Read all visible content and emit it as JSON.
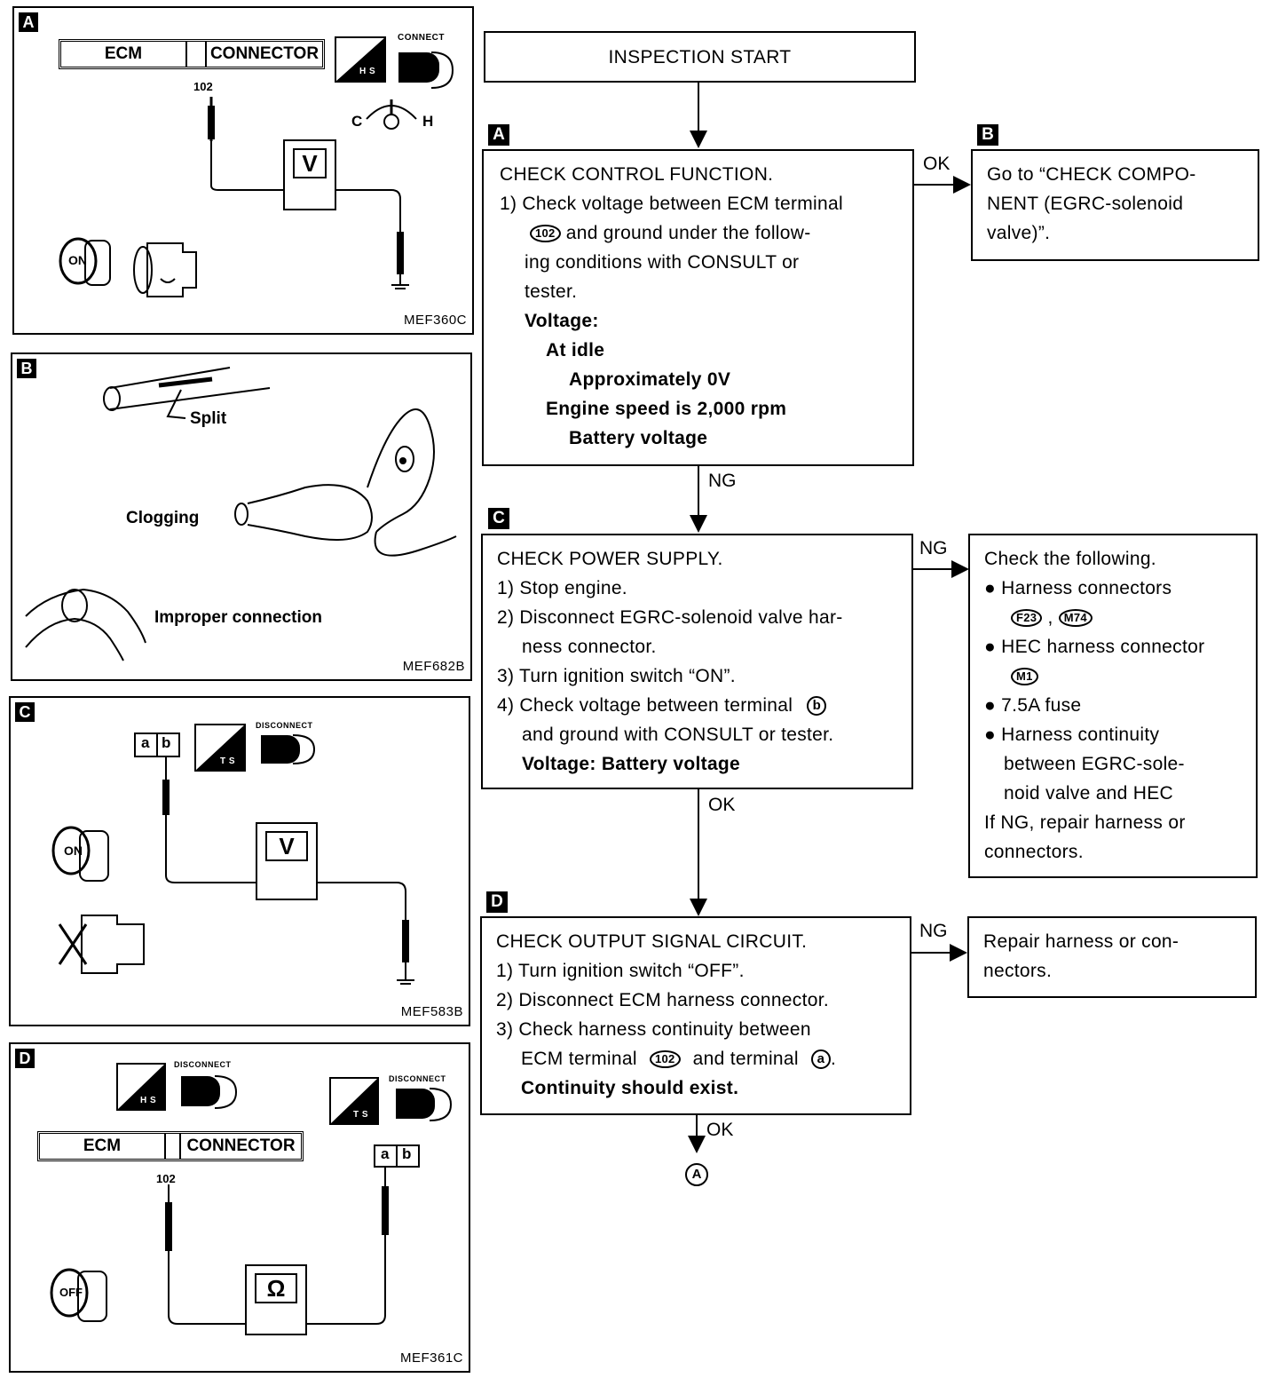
{
  "panels": {
    "A": {
      "letter": "A",
      "code": "MEF360C",
      "ecm_left": "ECM",
      "ecm_right": "CONNECTOR",
      "terminal": "102",
      "connect": "CONNECT",
      "hs": "H S",
      "temp_c": "C",
      "temp_h": "H",
      "meter": "V",
      "key": "ON"
    },
    "B": {
      "letter": "B",
      "code": "MEF682B",
      "split": "Split",
      "clogging": "Clogging",
      "improper": "Improper connection"
    },
    "C": {
      "letter": "C",
      "code": "MEF583B",
      "disconnect": "DISCONNECT",
      "ts": "T S",
      "meter": "V",
      "key": "ON",
      "conn_a": "a",
      "conn_b": "b"
    },
    "D": {
      "letter": "D",
      "code": "MEF361C",
      "ecm_left": "ECM",
      "ecm_right": "CONNECTOR",
      "terminal": "102",
      "disconnect1": "DISCONNECT",
      "disconnect2": "DISCONNECT",
      "hs": "H S",
      "ts": "T S",
      "meter": "Ω",
      "key": "OFF",
      "conn_a": "a",
      "conn_b": "b"
    }
  },
  "flow": {
    "start": "INSPECTION START",
    "stepA": {
      "badge": "A",
      "title": "CHECK CONTROL FUNCTION.",
      "l1": "1) Check voltage between ECM terminal",
      "l2_term": "102",
      "l2": "and ground under the follow-",
      "l3": "ing conditions with CONSULT or",
      "l4": "tester.",
      "l5": "Voltage:",
      "l6": "At idle",
      "l7": "Approximately 0V",
      "l8": "Engine speed is 2,000 rpm",
      "l9": "Battery voltage"
    },
    "stepB": {
      "badge": "B",
      "l1": "Go to “CHECK COMPO-",
      "l2": "NENT (EGRC-solenoid",
      "l3": "valve)”."
    },
    "stepC": {
      "badge": "C",
      "title": "CHECK POWER SUPPLY.",
      "l1": "1) Stop engine.",
      "l2": "2) Disconnect EGRC-solenoid valve har-",
      "l3": "ness connector.",
      "l4": "3) Turn ignition switch “ON”.",
      "l5": "4) Check voltage between terminal",
      "l5_term": "b",
      "l6": "and ground with CONSULT or tester.",
      "l7": "Voltage: Battery voltage"
    },
    "stepC_ng": {
      "l1": "Check the following.",
      "l2": "● Harness connectors",
      "l3a": "F23",
      "l3sep": ",",
      "l3b": "M74",
      "l4": "● HEC harness connector",
      "l5": "M1",
      "l6": "● 7.5A fuse",
      "l7": "● Harness continuity",
      "l8": "between EGRC-sole-",
      "l9": "noid valve and HEC",
      "l10": "If NG, repair harness or",
      "l11": "connectors."
    },
    "stepD": {
      "badge": "D",
      "title": "CHECK OUTPUT SIGNAL CIRCUIT.",
      "l1": "1) Turn ignition switch “OFF”.",
      "l2": "2) Disconnect ECM harness connector.",
      "l3": "3) Check harness continuity between",
      "l4a": "ECM terminal",
      "l4_term": "102",
      "l4b": "and terminal",
      "l4_term2": "a",
      "l5": "Continuity should exist."
    },
    "stepD_ng": {
      "l1": "Repair harness or con-",
      "l2": "nectors."
    },
    "labels": {
      "ok1": "OK",
      "ng1": "NG",
      "ng2": "NG",
      "ok2": "OK",
      "ng3": "NG",
      "ok3": "OK",
      "end": "A"
    }
  }
}
